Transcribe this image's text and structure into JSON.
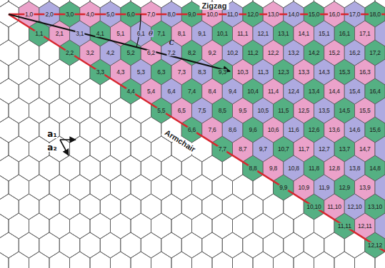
{
  "diagram": {
    "labels": [
      "Zigzag",
      "Armchair",
      "θ",
      "C",
      "a₁",
      "a₂",
      "1,0",
      "2,0",
      "3,0",
      "4,0",
      "5,0",
      "6,0",
      "7,0",
      "8,0",
      "9,0",
      "10,0",
      "11,0",
      "12,0",
      "13,0",
      "14,0",
      "15,0",
      "16,0",
      "17,0",
      "18,0",
      "1,1",
      "2,1",
      "3,1",
      "4,1",
      "5,1",
      "6,1",
      "7,1",
      "8,1",
      "9,1",
      "10,1",
      "11,1",
      "12,1",
      "13,1",
      "14,1",
      "15,1",
      "16,1",
      "17,1",
      "2,2",
      "3,2",
      "4,2",
      "5,2",
      "6,2",
      "7,2",
      "8,2",
      "9,2",
      "10,2",
      "11,2",
      "12,2",
      "13,2",
      "14,2",
      "15,2",
      "16,2",
      "17,2",
      "3,3",
      "4,3",
      "5,3",
      "6,3",
      "7,3",
      "8,3",
      "9,3",
      "10,3",
      "11,3",
      "12,3",
      "13,3",
      "14,3",
      "15,3",
      "16,3",
      "4,4",
      "5,4",
      "6,4",
      "7,4",
      "8,4",
      "9,4",
      "10,4",
      "11,4",
      "12,4",
      "13,4",
      "14,4",
      "15,4",
      "16,4",
      "5,5",
      "6,5",
      "7,5",
      "8,5",
      "9,5",
      "10,5",
      "11,5",
      "12,5",
      "13,5",
      "14,5",
      "15,5",
      "6,6",
      "7,6",
      "8,6",
      "9,6",
      "10,6",
      "11,6",
      "12,6",
      "13,6",
      "14,6",
      "15,6",
      "7,7",
      "8,7",
      "9,7",
      "10,7",
      "11,7",
      "12,7",
      "13,7",
      "14,7",
      "8,8",
      "9,8",
      "10,8",
      "11,8",
      "12,8",
      "13,8",
      "14,8",
      "9,9",
      "10,9",
      "11,9",
      "12,9",
      "13,9",
      "10,10",
      "11,10",
      "12,10",
      "13,10",
      "11,11",
      "12,11",
      "12,12"
    ]
  }
}
